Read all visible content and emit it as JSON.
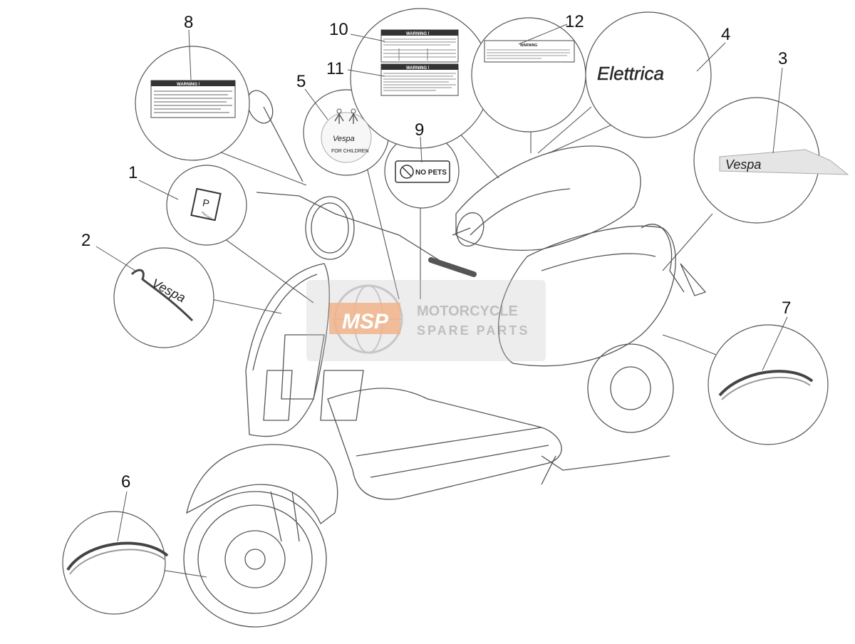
{
  "callouts": [
    {
      "n": "1",
      "part": "piaggio-badge"
    },
    {
      "n": "2",
      "part": "vespa-logo-front"
    },
    {
      "n": "3",
      "part": "vespa-logo-side"
    },
    {
      "n": "4",
      "part": "elettrica-logo"
    },
    {
      "n": "5",
      "part": "vespa-for-children-sticker"
    },
    {
      "n": "6",
      "part": "front-rim-stripe"
    },
    {
      "n": "7",
      "part": "rear-rim-stripe"
    },
    {
      "n": "8",
      "part": "warning-label-handlebar"
    },
    {
      "n": "9",
      "part": "no-pets-sticker"
    },
    {
      "n": "10",
      "part": "warning-label-tire-pressure"
    },
    {
      "n": "11",
      "part": "warning-label-battery"
    },
    {
      "n": "12",
      "part": "warning-label-seat"
    }
  ],
  "labels": {
    "warning": "WARNING !",
    "warning_small": "WARNING",
    "no_pets": "NO PETS",
    "for_children": "FOR CHILDREN",
    "vespa": "Vespa",
    "elettrica": "Elettrica",
    "piaggio": "PIAGGIO"
  },
  "watermark": {
    "brand": "MSP",
    "line1": "MOTORCYCLE",
    "line2": "SPARE PARTS"
  },
  "colors": {
    "line": "#555555",
    "warning_bar": "#333333",
    "watermark_orange": "#e8762d",
    "watermark_gray": "#8a8a8a"
  }
}
